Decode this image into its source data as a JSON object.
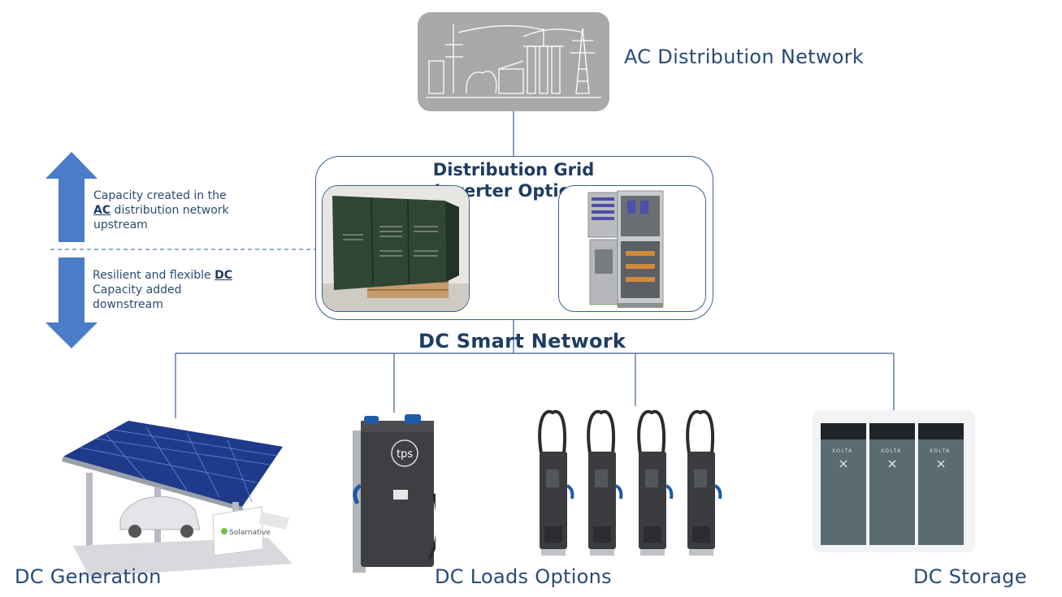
{
  "labels": {
    "ac_network": "AC Distribution Network",
    "grid_inverter": "Distribution Grid Inverter Options",
    "dc_smart_network": "DC Smart Network",
    "dc_generation": "DC Generation",
    "dc_loads": "DC Loads Options",
    "dc_storage": "DC Storage"
  },
  "notes": {
    "upstream_pre": "Capacity created in the ",
    "upstream_em": "AC",
    "upstream_post": " distribution network upstream",
    "downstream_pre": "Resilient and flexible ",
    "downstream_em": "DC",
    "downstream_post": " Capacity added downstream"
  },
  "image_text": {
    "charger_brand": "tps",
    "carport_brand": "Solarnative",
    "storage_brand": "XOLTA"
  },
  "colors": {
    "line": "#3b5e93",
    "arrow": "#4a7cc7",
    "text": "#1f3d63"
  }
}
